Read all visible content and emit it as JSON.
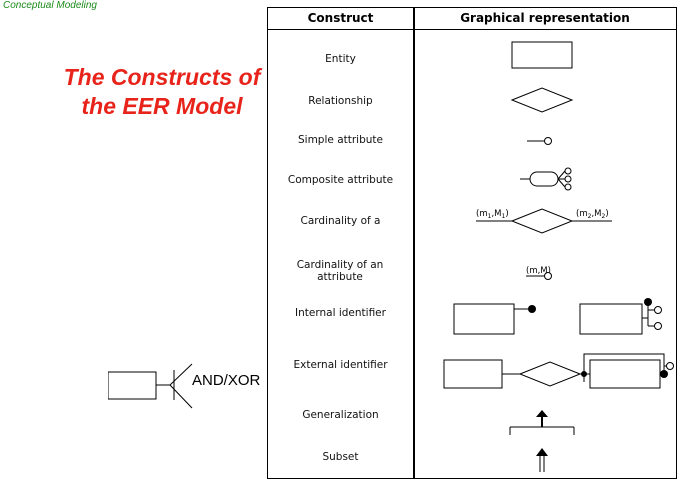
{
  "header": {
    "tag": "Conceptual Modeling"
  },
  "title": {
    "line1": "The Constructs of",
    "line2": "the EER Model"
  },
  "side_note": {
    "label": "AND/XOR"
  },
  "table": {
    "col_construct": "Construct",
    "col_graphical": "Graphical representation",
    "rows": [
      {
        "construct": "Entity"
      },
      {
        "construct": "Relationship"
      },
      {
        "construct": "Simple attribute"
      },
      {
        "construct": "Composite attribute"
      },
      {
        "construct": "Cardinality of a"
      },
      {
        "construct": "Cardinality of an attribute"
      },
      {
        "construct": "Internal identifier"
      },
      {
        "construct": "External identifier"
      },
      {
        "construct": "Generalization"
      },
      {
        "construct": "Subset"
      }
    ],
    "cardinality_labels": {
      "left": "(m1,M1)",
      "right": "(m2,M2)",
      "attribute": "(m,M)"
    }
  }
}
